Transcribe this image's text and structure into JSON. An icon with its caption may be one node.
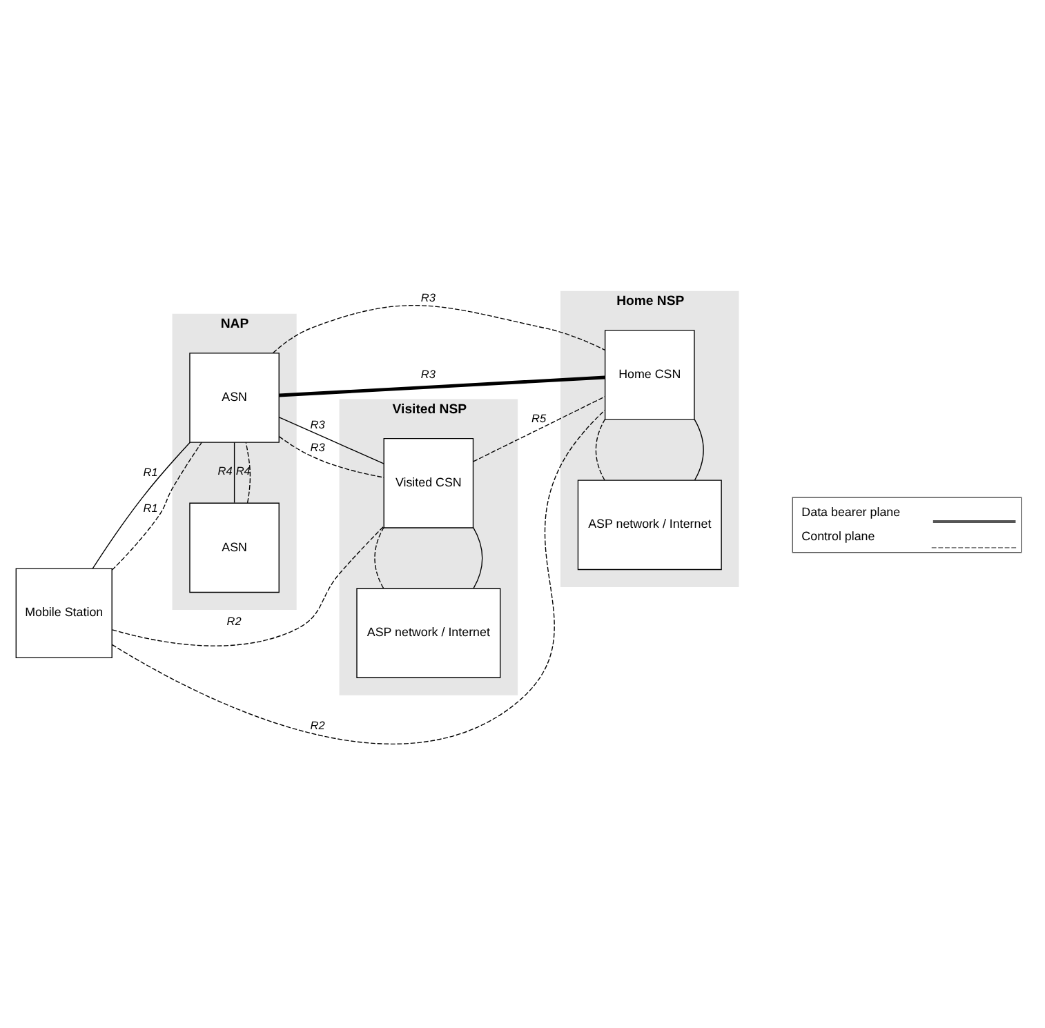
{
  "diagram": {
    "nodes": [
      {
        "text": [
          "NAP"
        ]
      },
      {
        "text": [
          "Visited NSP"
        ]
      },
      {
        "text": [
          "Home NSP"
        ]
      },
      {
        "text": [
          "Mobile Station"
        ]
      },
      {
        "text": [
          "ASN"
        ],
        "in": 0
      },
      {
        "text": [
          "ASN"
        ],
        "in": 0
      },
      {
        "text": [
          "Visited CSN"
        ],
        "in": 1
      },
      {
        "text": [
          "ASP network / Internet"
        ],
        "in": 1
      },
      {
        "text": [
          "Home CSN"
        ],
        "in": 2
      },
      {
        "text": [
          "ASP network / Internet"
        ],
        "in": 2
      }
    ],
    "edges": [
      {
        "from": 3,
        "to": 8,
        "arrow": "none",
        "label": "R2",
        "style": "dashed"
      },
      {
        "from": 3,
        "to": 6,
        "arrow": "none",
        "label": "R2",
        "style": "dashed"
      },
      {
        "from": 4,
        "to": 8,
        "arrow": "none",
        "label": "R3",
        "style": "dashed"
      },
      {
        "from": 4,
        "to": 8,
        "arrow": "none",
        "label": "R3",
        "style": "thick"
      },
      {
        "from": 3,
        "to": 4,
        "arrow": "none",
        "label": "R1"
      },
      {
        "from": 3,
        "to": 4,
        "arrow": "none",
        "label": "R1",
        "style": "dashed"
      },
      {
        "from": 4,
        "to": 6,
        "arrow": "none",
        "label": "R3"
      },
      {
        "from": 4,
        "to": 6,
        "arrow": "none",
        "label": "R3",
        "style": "dashed"
      },
      {
        "from": 6,
        "to": 8,
        "arrow": "none",
        "label": "R5",
        "style": "dashed"
      },
      {
        "from": 4,
        "to": 5,
        "arrow": "none",
        "label": "R4"
      },
      {
        "from": 4,
        "to": 5,
        "arrow": "none",
        "label": "R4",
        "style": "dashed"
      },
      {
        "from": 6,
        "to": 7,
        "arrow": "none"
      },
      {
        "from": 6,
        "to": 7,
        "arrow": "none",
        "style": "dashed"
      },
      {
        "from": 8,
        "to": 9,
        "arrow": "none"
      },
      {
        "from": 8,
        "to": 9,
        "arrow": "none",
        "style": "dashed"
      }
    ],
    "legend": [
      {
        "text": "Data bearer plane"
      },
      {
        "text": "Control plane"
      }
    ]
  }
}
